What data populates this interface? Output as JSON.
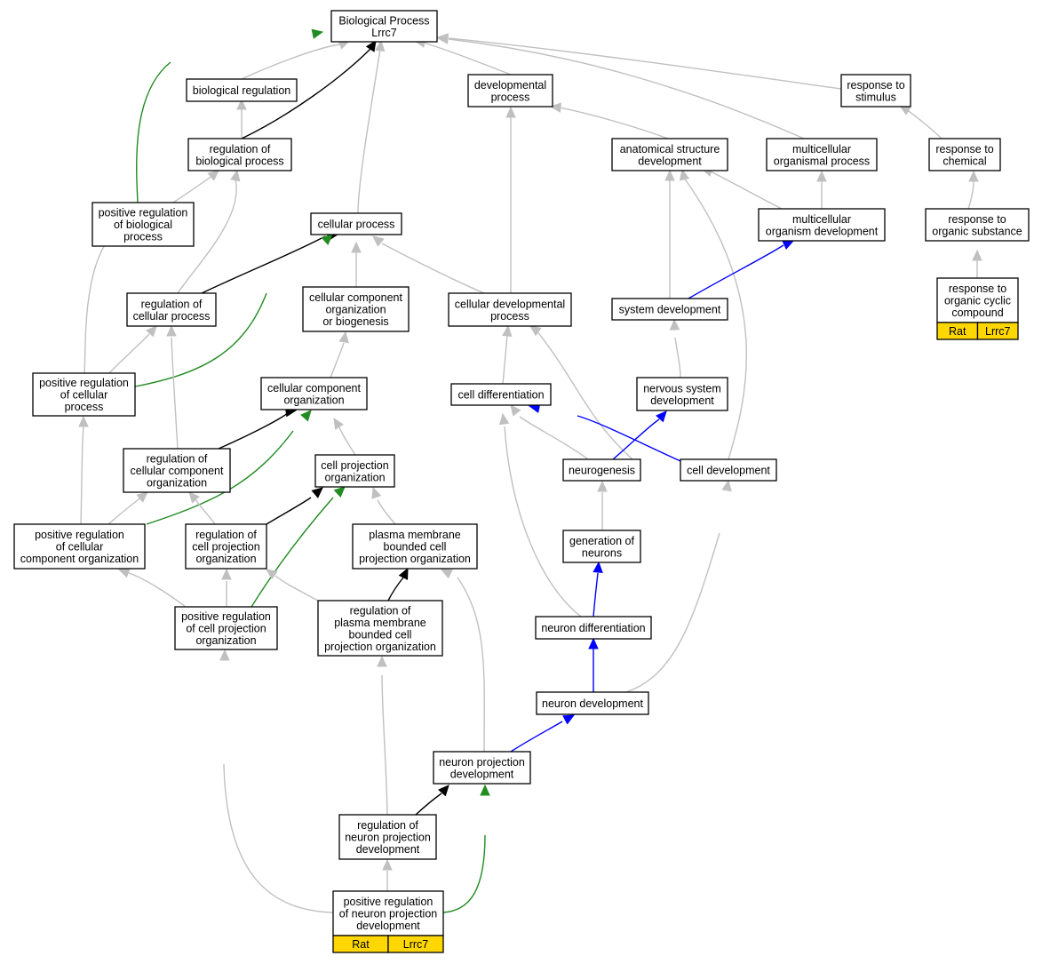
{
  "colors": {
    "is_a": "#c0c0c0",
    "regulates": "#000000",
    "positively_regulates": "#228b22",
    "annotated_path": "#0000ff",
    "annotation_tag": "#ffd700"
  },
  "nodes": [
    {
      "id": "bp",
      "lines": [
        "Biological Process",
        "Lrrc7"
      ]
    },
    {
      "id": "biological_regulation",
      "lines": [
        "biological regulation"
      ]
    },
    {
      "id": "developmental_process",
      "lines": [
        "developmental",
        "process"
      ]
    },
    {
      "id": "response_to_stimulus",
      "lines": [
        "response to",
        "stimulus"
      ]
    },
    {
      "id": "regulation_of_biological_process",
      "lines": [
        "regulation of",
        "biological process"
      ]
    },
    {
      "id": "anatomical_structure_development",
      "lines": [
        "anatomical structure",
        "development"
      ]
    },
    {
      "id": "multicellular_organismal_process",
      "lines": [
        "multicellular",
        "organismal process"
      ]
    },
    {
      "id": "response_to_chemical",
      "lines": [
        "response to",
        "chemical"
      ]
    },
    {
      "id": "positive_regulation_of_biological_process",
      "lines": [
        "positive regulation",
        "of biological",
        "process"
      ]
    },
    {
      "id": "cellular_process",
      "lines": [
        "cellular process"
      ]
    },
    {
      "id": "multicellular_organism_development",
      "lines": [
        "multicellular",
        "organism development"
      ]
    },
    {
      "id": "response_to_organic_substance",
      "lines": [
        "response to",
        "organic substance"
      ]
    },
    {
      "id": "regulation_of_cellular_process",
      "lines": [
        "regulation of",
        "cellular process"
      ]
    },
    {
      "id": "cellular_component_organization_or_biogenesis",
      "lines": [
        "cellular component",
        "organization",
        "or biogenesis"
      ]
    },
    {
      "id": "cellular_developmental_process",
      "lines": [
        "cellular developmental",
        "process"
      ]
    },
    {
      "id": "system_development",
      "lines": [
        "system development"
      ]
    },
    {
      "id": "response_to_organic_cyclic_compound",
      "lines": [
        "response to",
        "organic cyclic",
        "compound"
      ],
      "tags": [
        "Rat",
        "Lrrc7"
      ]
    },
    {
      "id": "positive_regulation_of_cellular_process",
      "lines": [
        "positive regulation",
        "of cellular",
        "process"
      ]
    },
    {
      "id": "cellular_component_organization",
      "lines": [
        "cellular component",
        "organization"
      ]
    },
    {
      "id": "cell_differentiation",
      "lines": [
        "cell differentiation"
      ]
    },
    {
      "id": "nervous_system_development",
      "lines": [
        "nervous system",
        "development"
      ]
    },
    {
      "id": "regulation_of_cellular_component_organization",
      "lines": [
        "regulation of",
        "cellular component",
        "organization"
      ]
    },
    {
      "id": "cell_projection_organization",
      "lines": [
        "cell projection",
        "organization"
      ]
    },
    {
      "id": "neurogenesis",
      "lines": [
        "neurogenesis"
      ]
    },
    {
      "id": "cell_development",
      "lines": [
        "cell development"
      ]
    },
    {
      "id": "positive_regulation_of_cellular_component_organization",
      "lines": [
        "positive regulation",
        "of cellular",
        "component organization"
      ]
    },
    {
      "id": "regulation_of_cell_projection_organization",
      "lines": [
        "regulation of",
        "cell projection",
        "organization"
      ]
    },
    {
      "id": "plasma_membrane_bounded_cell_projection_organization",
      "lines": [
        "plasma membrane",
        "bounded cell",
        "projection organization"
      ]
    },
    {
      "id": "generation_of_neurons",
      "lines": [
        "generation of",
        "neurons"
      ]
    },
    {
      "id": "positive_regulation_of_cell_projection_organization",
      "lines": [
        "positive regulation",
        "of cell projection",
        "organization"
      ]
    },
    {
      "id": "regulation_of_plasma_membrane_bounded_cell_projection_organization",
      "lines": [
        "regulation of",
        "plasma membrane",
        "bounded cell",
        "projection organization"
      ]
    },
    {
      "id": "neuron_differentiation",
      "lines": [
        "neuron differentiation"
      ]
    },
    {
      "id": "neuron_development",
      "lines": [
        "neuron development"
      ]
    },
    {
      "id": "neuron_projection_development",
      "lines": [
        "neuron projection",
        "development"
      ]
    },
    {
      "id": "regulation_of_neuron_projection_development",
      "lines": [
        "regulation of",
        "neuron projection",
        "development"
      ]
    },
    {
      "id": "positive_regulation_of_neuron_projection_development",
      "lines": [
        "positive regulation",
        "of neuron projection",
        "development"
      ],
      "tags": [
        "Rat",
        "Lrrc7"
      ]
    }
  ],
  "edges": [
    {
      "from": "biological_regulation",
      "to": "bp",
      "type": "is_a"
    },
    {
      "from": "regulation_of_biological_process",
      "to": "bp",
      "type": "regulates"
    },
    {
      "from": "positive_regulation_of_biological_process",
      "to": "bp",
      "type": "positively_regulates"
    },
    {
      "from": "cellular_process",
      "to": "bp",
      "type": "is_a"
    },
    {
      "from": "developmental_process",
      "to": "bp",
      "type": "is_a"
    },
    {
      "from": "multicellular_organismal_process",
      "to": "bp",
      "type": "is_a"
    },
    {
      "from": "response_to_stimulus",
      "to": "bp",
      "type": "is_a"
    },
    {
      "from": "regulation_of_biological_process",
      "to": "biological_regulation",
      "type": "is_a"
    },
    {
      "from": "anatomical_structure_development",
      "to": "developmental_process",
      "type": "is_a"
    },
    {
      "from": "cellular_developmental_process",
      "to": "developmental_process",
      "type": "is_a"
    },
    {
      "from": "response_to_chemical",
      "to": "response_to_stimulus",
      "type": "is_a"
    },
    {
      "from": "positive_regulation_of_biological_process",
      "to": "regulation_of_biological_process",
      "type": "is_a"
    },
    {
      "from": "regulation_of_cellular_process",
      "to": "regulation_of_biological_process",
      "type": "is_a"
    },
    {
      "from": "multicellular_organism_development",
      "to": "multicellular_organismal_process",
      "type": "is_a"
    },
    {
      "from": "multicellular_organism_development",
      "to": "anatomical_structure_development",
      "type": "is_a"
    },
    {
      "from": "system_development",
      "to": "anatomical_structure_development",
      "type": "is_a"
    },
    {
      "from": "cell_development",
      "to": "anatomical_structure_development",
      "type": "is_a"
    },
    {
      "from": "response_to_organic_substance",
      "to": "response_to_chemical",
      "type": "is_a"
    },
    {
      "from": "positive_regulation_of_cellular_process",
      "to": "positive_regulation_of_biological_process",
      "type": "is_a"
    },
    {
      "from": "regulation_of_cellular_process",
      "to": "cellular_process",
      "type": "regulates"
    },
    {
      "from": "positive_regulation_of_cellular_process",
      "to": "cellular_process",
      "type": "positively_regulates"
    },
    {
      "from": "cellular_component_organization_or_biogenesis",
      "to": "cellular_process",
      "type": "is_a"
    },
    {
      "from": "cellular_developmental_process",
      "to": "cellular_process",
      "type": "is_a"
    },
    {
      "from": "system_development",
      "to": "multicellular_organism_development",
      "type": "annotated_path"
    },
    {
      "from": "response_to_organic_cyclic_compound",
      "to": "response_to_organic_substance",
      "type": "is_a"
    },
    {
      "from": "positive_regulation_of_cellular_process",
      "to": "regulation_of_cellular_process",
      "type": "is_a"
    },
    {
      "from": "regulation_of_cellular_component_organization",
      "to": "regulation_of_cellular_process",
      "type": "is_a"
    },
    {
      "from": "cellular_component_organization",
      "to": "cellular_component_organization_or_biogenesis",
      "type": "is_a"
    },
    {
      "from": "cell_differentiation",
      "to": "cellular_developmental_process",
      "type": "is_a"
    },
    {
      "from": "cell_development",
      "to": "cellular_developmental_process",
      "type": "is_a"
    },
    {
      "from": "nervous_system_development",
      "to": "system_development",
      "type": "is_a"
    },
    {
      "from": "positive_regulation_of_cellular_component_organization",
      "to": "positive_regulation_of_cellular_process",
      "type": "is_a"
    },
    {
      "from": "regulation_of_cellular_component_organization",
      "to": "cellular_component_organization",
      "type": "regulates"
    },
    {
      "from": "positive_regulation_of_cellular_component_organization",
      "to": "cellular_component_organization",
      "type": "positively_regulates"
    },
    {
      "from": "cell_projection_organization",
      "to": "cellular_component_organization",
      "type": "is_a"
    },
    {
      "from": "neurogenesis",
      "to": "cell_differentiation",
      "type": "is_a"
    },
    {
      "from": "cell_development",
      "to": "cell_differentiation",
      "type": "annotated_path"
    },
    {
      "from": "neuron_differentiation",
      "to": "cell_differentiation",
      "type": "is_a"
    },
    {
      "from": "neurogenesis",
      "to": "nervous_system_development",
      "type": "annotated_path"
    },
    {
      "from": "positive_regulation_of_cellular_component_organization",
      "to": "regulation_of_cellular_component_organization",
      "type": "is_a"
    },
    {
      "from": "regulation_of_cell_projection_organization",
      "to": "regulation_of_cellular_component_organization",
      "type": "is_a"
    },
    {
      "from": "regulation_of_cell_projection_organization",
      "to": "cell_projection_organization",
      "type": "regulates"
    },
    {
      "from": "positive_regulation_of_cell_projection_organization",
      "to": "cell_projection_organization",
      "type": "positively_regulates"
    },
    {
      "from": "plasma_membrane_bounded_cell_projection_organization",
      "to": "cell_projection_organization",
      "type": "is_a"
    },
    {
      "from": "generation_of_neurons",
      "to": "neurogenesis",
      "type": "is_a"
    },
    {
      "from": "neuron_development",
      "to": "cell_development",
      "type": "is_a"
    },
    {
      "from": "positive_regulation_of_cell_projection_organization",
      "to": "positive_regulation_of_cellular_component_organization",
      "type": "is_a"
    },
    {
      "from": "positive_regulation_of_cell_projection_organization",
      "to": "regulation_of_cell_projection_organization",
      "type": "is_a"
    },
    {
      "from": "regulation_of_plasma_membrane_bounded_cell_projection_organization",
      "to": "regulation_of_cell_projection_organization",
      "type": "is_a"
    },
    {
      "from": "regulation_of_plasma_membrane_bounded_cell_projection_organization",
      "to": "plasma_membrane_bounded_cell_projection_organization",
      "type": "regulates"
    },
    {
      "from": "neuron_projection_development",
      "to": "plasma_membrane_bounded_cell_projection_organization",
      "type": "is_a"
    },
    {
      "from": "neuron_differentiation",
      "to": "generation_of_neurons",
      "type": "annotated_path"
    },
    {
      "from": "neuron_development",
      "to": "neuron_differentiation",
      "type": "annotated_path"
    },
    {
      "from": "neuron_projection_development",
      "to": "neuron_development",
      "type": "annotated_path"
    },
    {
      "from": "regulation_of_neuron_projection_development",
      "to": "regulation_of_plasma_membrane_bounded_cell_projection_organization",
      "type": "is_a"
    },
    {
      "from": "regulation_of_neuron_projection_development",
      "to": "neuron_projection_development",
      "type": "regulates"
    },
    {
      "from": "positive_regulation_of_neuron_projection_development",
      "to": "neuron_projection_development",
      "type": "positively_regulates"
    },
    {
      "from": "positive_regulation_of_neuron_projection_development",
      "to": "regulation_of_neuron_projection_development",
      "type": "is_a"
    },
    {
      "from": "positive_regulation_of_neuron_projection_development",
      "to": "positive_regulation_of_cell_projection_organization",
      "type": "is_a"
    }
  ]
}
